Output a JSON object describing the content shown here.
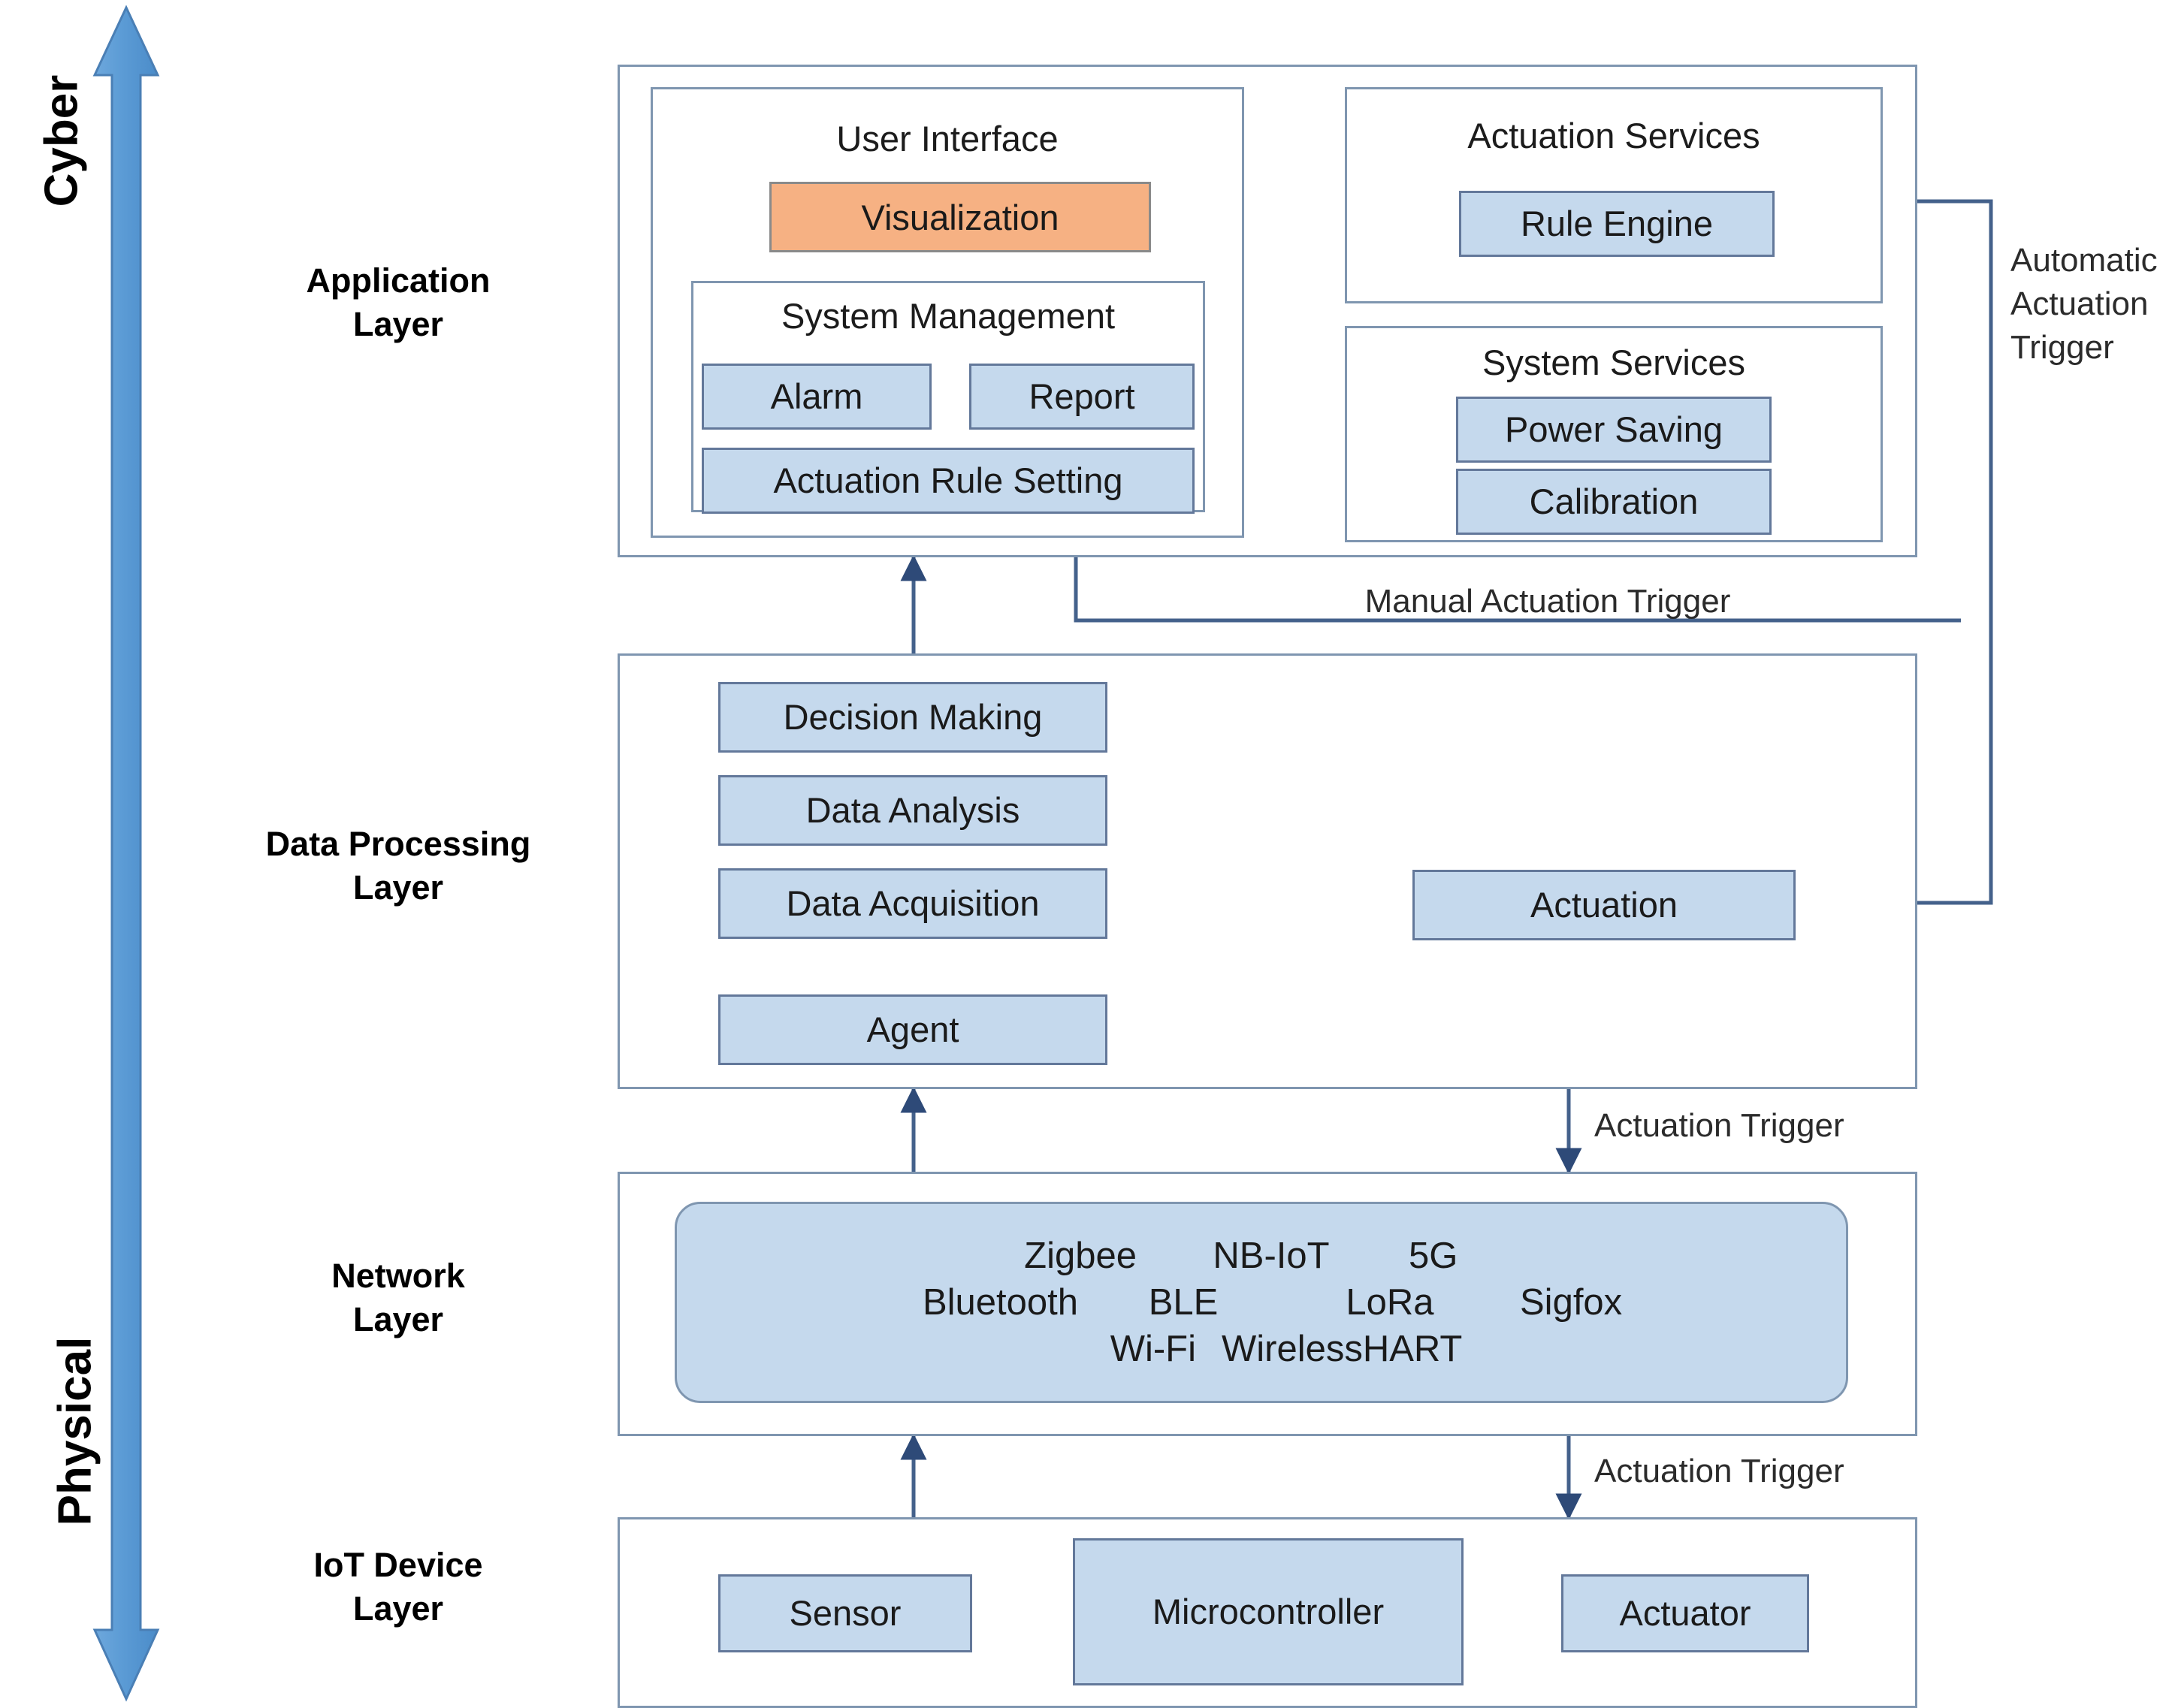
{
  "diagram": {
    "title": "IoT layered reference architecture (Cyber / Physical)",
    "colors": {
      "component_fill": "#c5d9ed",
      "component_border": "#63789a",
      "highlight_fill": "#f6b183",
      "highlight_border": "#8a8a8a",
      "frame_border": "#7f96b0",
      "axis_arrow": "#5b9bd5",
      "connector": "#44618b"
    }
  },
  "axis": {
    "top_label": "Cyber",
    "bottom_label": "Physical"
  },
  "layers": [
    {
      "id": "application",
      "name": "Application\nLayer",
      "name_lines": [
        "Application",
        "Layer"
      ],
      "groups": [
        {
          "id": "user-interface",
          "title": "User Interface",
          "components": [
            {
              "id": "visualization",
              "label": "Visualization",
              "style": "highlight"
            }
          ],
          "subgroups": [
            {
              "id": "system-management",
              "title": "System Management",
              "components": [
                {
                  "id": "alarm",
                  "label": "Alarm",
                  "style": "component"
                },
                {
                  "id": "report",
                  "label": "Report",
                  "style": "component"
                },
                {
                  "id": "actuation-rule-setting",
                  "label": "Actuation Rule Setting",
                  "style": "component"
                }
              ]
            }
          ]
        },
        {
          "id": "actuation-services",
          "title": "Actuation Services",
          "components": [
            {
              "id": "rule-engine",
              "label": "Rule Engine",
              "style": "component"
            }
          ],
          "subgroups": []
        },
        {
          "id": "system-services",
          "title": "System Services",
          "components": [
            {
              "id": "power-saving",
              "label": "Power Saving",
              "style": "component"
            },
            {
              "id": "calibration",
              "label": "Calibration",
              "style": "component"
            }
          ],
          "subgroups": []
        }
      ]
    },
    {
      "id": "data-processing",
      "name": "Data Processing\nLayer",
      "name_lines": [
        "Data Processing",
        "Layer"
      ],
      "components": [
        {
          "id": "decision-making",
          "label": "Decision Making",
          "style": "component"
        },
        {
          "id": "data-analysis",
          "label": "Data Analysis",
          "style": "component"
        },
        {
          "id": "data-acquisition",
          "label": "Data Acquisition",
          "style": "component"
        },
        {
          "id": "agent",
          "label": "Agent",
          "style": "component"
        },
        {
          "id": "actuation",
          "label": "Actuation",
          "style": "component"
        }
      ]
    },
    {
      "id": "network",
      "name": "Network\nLayer",
      "name_lines": [
        "Network",
        "Layer"
      ],
      "protocol_rows": [
        [
          "Zigbee",
          "NB-IoT",
          "5G"
        ],
        [
          "Bluetooth",
          "BLE",
          "LoRa",
          "Sigfox"
        ],
        [
          "Wi-Fi",
          "WirelessHART"
        ]
      ]
    },
    {
      "id": "iot-device",
      "name": "IoT Device\nLayer",
      "name_lines": [
        "IoT Device",
        "Layer"
      ],
      "components": [
        {
          "id": "sensor",
          "label": "Sensor",
          "style": "component"
        },
        {
          "id": "microcontroller",
          "label": "Microcontroller",
          "style": "component"
        },
        {
          "id": "actuator",
          "label": "Actuator",
          "style": "component"
        }
      ]
    }
  ],
  "edge_labels": {
    "automatic_actuation_trigger": "Automatic\nActuation\nTrigger",
    "manual_actuation_trigger": "Manual Actuation Trigger",
    "actuation_trigger_network": "Actuation  Trigger",
    "actuation_trigger_device": "Actuation  Trigger"
  }
}
